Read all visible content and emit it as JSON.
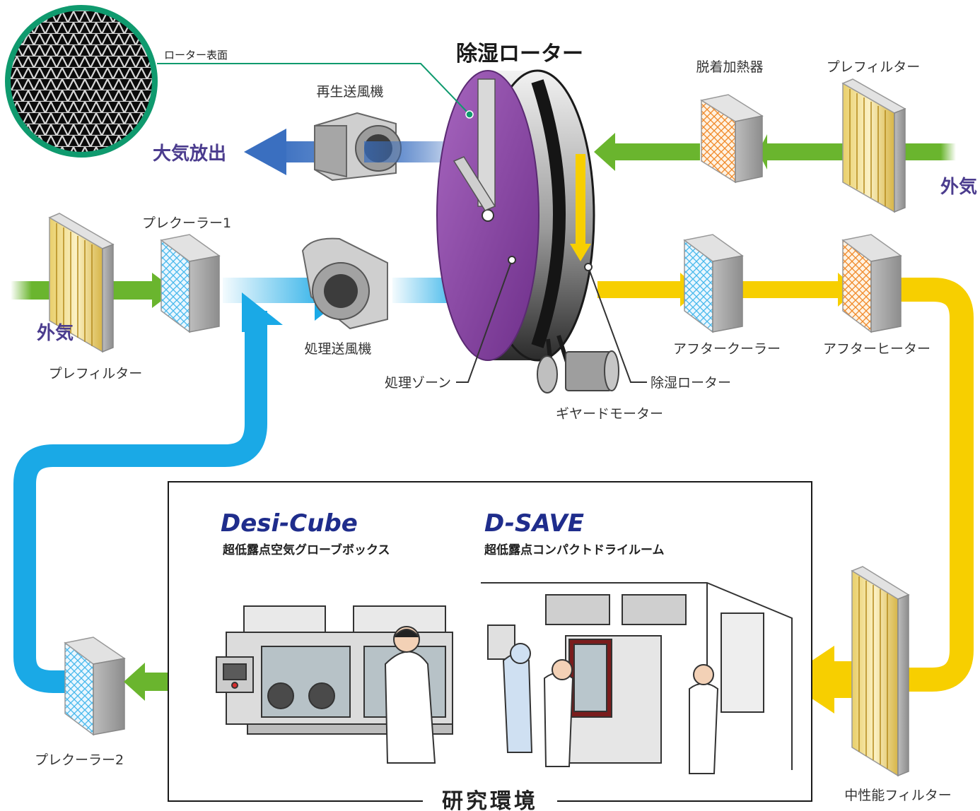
{
  "title": "除湿ローター",
  "rotor_surface_label": "ローター表面",
  "regen_fan_label": "再生送風機",
  "desorption_heater_label": "脱着加熱器",
  "prefilter_top_label": "プレフィルター",
  "outside_air_right_label": "外気",
  "exhaust_label": "大気放出",
  "precooler1_label": "プレクーラー1",
  "outside_air_left_label": "外気",
  "prefilter_left_label": "プレフィルター",
  "process_fan_label": "処理送風機",
  "process_zone_label": "処理ゾーン",
  "rotor_label": "除湿ローター",
  "geared_motor_label": "ギヤードモーター",
  "aftercooler_label": "アフタークーラー",
  "afterheater_label": "アフターヒーター",
  "precooler2_label": "プレクーラー2",
  "mid_filter_label": "中性能フィルター",
  "environment_label": "研究環境",
  "product1": {
    "brand": "Desi-Cube",
    "desc": "超低露点空気グローブボックス"
  },
  "product2": {
    "brand": "D-SAVE",
    "desc": "超低露点コンパクトドライルーム"
  },
  "colors": {
    "outside_green": "#6ab52e",
    "process_blue": "#1aa9e6",
    "exhaust_blue": "#3a6fc0",
    "supply_yellow": "#f7cf00",
    "rotor_purple": "#8e4aa6",
    "label_purple": "#4b3c8e",
    "callout_green": "#0f9a6e"
  }
}
